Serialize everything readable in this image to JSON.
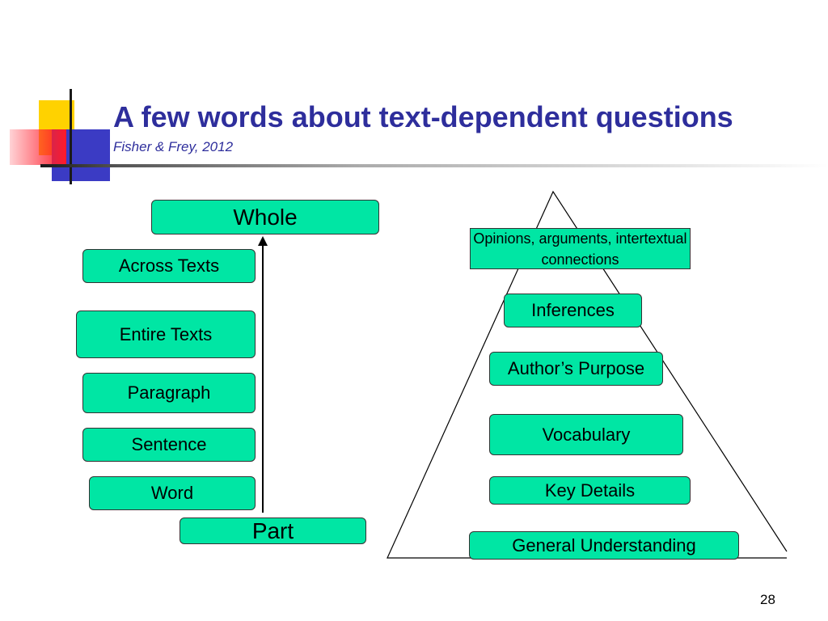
{
  "title": "A few words about text-dependent questions",
  "subtitle": "Fisher & Frey, 2012",
  "scale": {
    "top": "Whole",
    "bottom": "Part",
    "levels": [
      "Across Texts",
      "Entire Texts",
      "Paragraph",
      "Sentence",
      "Word"
    ]
  },
  "pyramid": {
    "levels": [
      "Opinions, arguments, intertextual connections",
      "Inferences",
      "Author’s Purpose",
      "Vocabulary",
      "Key Details",
      "General Understanding"
    ]
  },
  "page_number": "28",
  "colors": {
    "box_fill": "#00e6a4",
    "title": "#2e2e9c",
    "yellow": "#ffd200",
    "blue": "#3b3bc4",
    "red": "#ff1a2a"
  }
}
